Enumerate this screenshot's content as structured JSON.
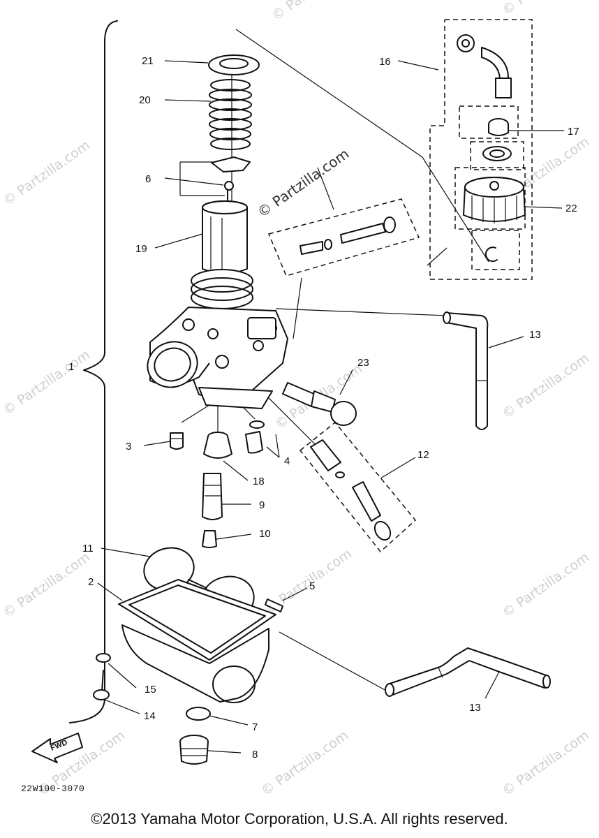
{
  "diagram": {
    "drawing_code": "22W100-3070",
    "watermark": "© Partzilla.com",
    "fwd_label": "FWD",
    "callouts": {
      "c1": "1",
      "c2": "2",
      "c3": "3",
      "c4": "4",
      "c5": "5",
      "c6": "6",
      "c7": "7",
      "c8": "8",
      "c9": "9",
      "c10": "10",
      "c11": "11",
      "c12": "12",
      "c13a": "13",
      "c13b": "13",
      "c14": "14",
      "c15": "15",
      "c16": "16",
      "c17": "17",
      "c18": "18",
      "c19": "19",
      "c20": "20",
      "c21": "21",
      "c22": "22",
      "c23": "23"
    }
  },
  "footer": {
    "copyright": "©2013 Yamaha Motor Corporation, U.S.A. All rights reserved."
  }
}
